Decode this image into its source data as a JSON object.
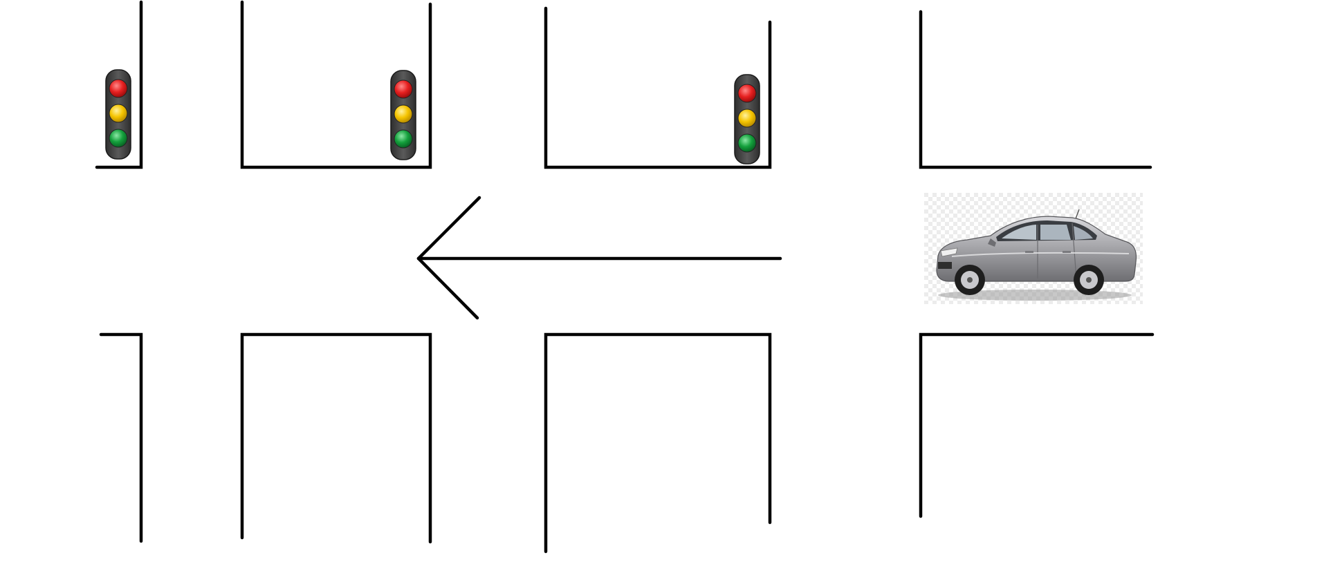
{
  "scene": {
    "background_color": "#ffffff",
    "line_color": "#000000",
    "arrow": {
      "direction": "left",
      "icon": "arrow-left-icon"
    },
    "car": {
      "icon": "car-icon",
      "body_color": "#a8a8ac",
      "backdrop": "transparency-checkerboard"
    },
    "traffic_lights": [
      {
        "name": "traffic-light-1",
        "icon": "traffic-light-icon",
        "lamps": [
          {
            "state": "red",
            "color": "#e62020"
          },
          {
            "state": "yellow",
            "color": "#f5c400"
          },
          {
            "state": "green",
            "color": "#14a03c"
          }
        ]
      },
      {
        "name": "traffic-light-2",
        "icon": "traffic-light-icon",
        "lamps": [
          {
            "state": "red",
            "color": "#e62020"
          },
          {
            "state": "yellow",
            "color": "#f5c400"
          },
          {
            "state": "green",
            "color": "#14a03c"
          }
        ]
      },
      {
        "name": "traffic-light-3",
        "icon": "traffic-light-icon",
        "lamps": [
          {
            "state": "red",
            "color": "#e62020"
          },
          {
            "state": "yellow",
            "color": "#f5c400"
          },
          {
            "state": "green",
            "color": "#14a03c"
          }
        ]
      }
    ],
    "housing_color": "#4a4a4a"
  }
}
